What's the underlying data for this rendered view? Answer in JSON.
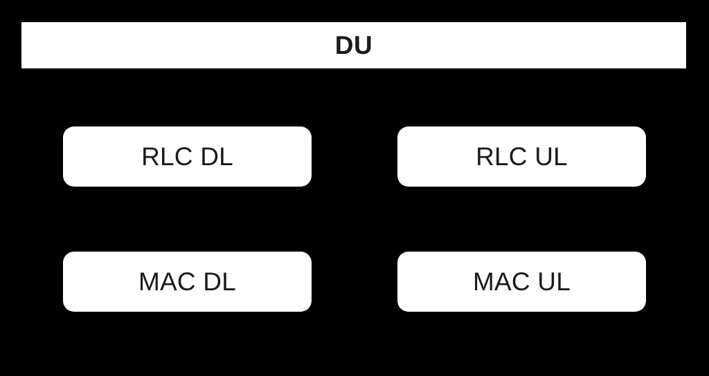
{
  "canvas": {
    "background_color": "#000000",
    "node_fill_color": "#ffffff",
    "node_text_color": "#1a1a1a"
  },
  "diagram": {
    "type": "block-diagram",
    "header": {
      "label": "DU"
    },
    "nodes": [
      {
        "id": "rlc-dl",
        "label": "RLC DL",
        "column": "left",
        "row": "upper"
      },
      {
        "id": "rlc-ul",
        "label": "RLC UL",
        "column": "right",
        "row": "upper"
      },
      {
        "id": "mac-dl",
        "label": "MAC DL",
        "column": "left",
        "row": "lower"
      },
      {
        "id": "mac-ul",
        "label": "MAC UL",
        "column": "right",
        "row": "lower"
      }
    ]
  }
}
